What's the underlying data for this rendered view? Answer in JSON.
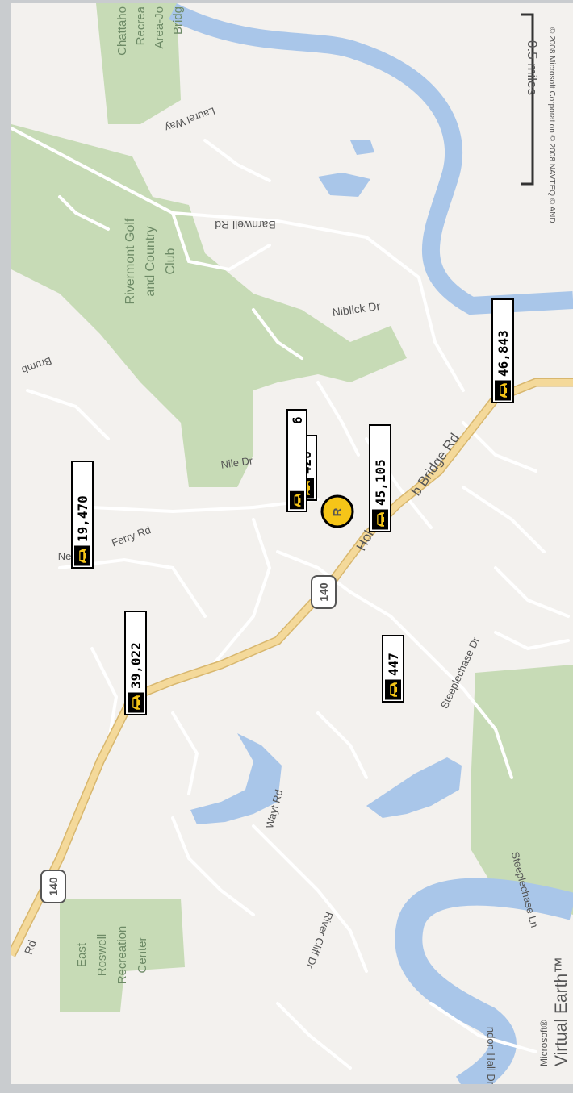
{
  "map": {
    "colors": {
      "land": "#f3f1ee",
      "park": "#c7dbb6",
      "water": "#a9c6e9",
      "road_major": "#f4d99a",
      "road_minor": "#ffffff",
      "marker": "#f5c518",
      "frame": "#c9cccf"
    },
    "scale_label": "0.5 miles",
    "copyright": "© 2008 Microsoft Corporation  © 2008 NAVTEQ  © AND",
    "brand_small": "Microsoft®",
    "brand_large": "Virtual Earth™",
    "highway_shield_top": "140",
    "highway_shield_bottom": "140",
    "marker_letter": "R",
    "parks": {
      "chattahoochee": [
        "Chattaho",
        "Recrea",
        "Area-Jo",
        "Bridg"
      ],
      "rivermont": [
        "Rivermont Golf",
        "and Country",
        "Club"
      ],
      "east_roswell": [
        "East",
        "Roswell",
        "Recreation",
        "Center"
      ]
    },
    "roads": {
      "laurel_way": "Laurel Way",
      "barnwell_rd": "Barnwell Rd",
      "niblick_dr": "Niblick Dr",
      "brumbelow": "Brumb",
      "nile_dr": "Nile Dr",
      "ne_ferry_rd": "Ne",
      "ferry_rd": "Ferry Rd",
      "holcomb_part1": "Holc",
      "holcomb_part2": "b Bridge Rd",
      "steeplechase_dr": "Steeplechase Dr",
      "steeplechase_ln": "Steeplechase Ln",
      "wayt_rd": "Wayt Rd",
      "river_cliff_dr": "River Cliff Dr",
      "rd_fragment": "Rd",
      "london_hall_dr": "ndon Hall Dr"
    },
    "traffic_counts": {
      "c46843": "46,843",
      "c45105": "45,105",
      "c428": "428",
      "c6": "6",
      "c19470": "19,470",
      "c39022": "39,022",
      "c447": "447"
    }
  }
}
